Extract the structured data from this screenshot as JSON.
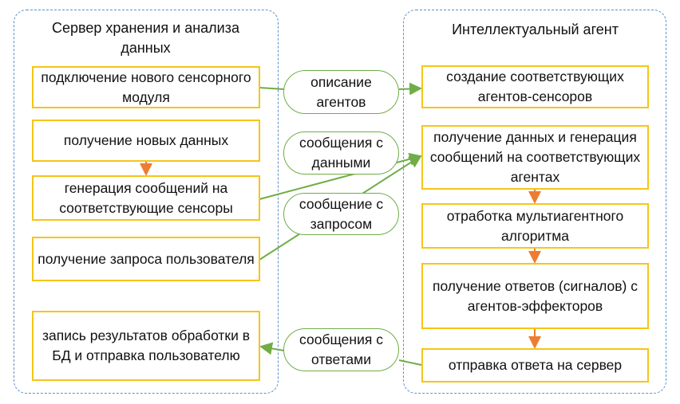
{
  "server": {
    "title": "Сервер хранения и анализа данных",
    "boxes": [
      "подключение нового сенсорного модуля",
      "получение новых данных",
      "генерация сообщений на соответствующие сенсоры",
      "получение запроса пользователя",
      "запись результатов обработки в БД и отправка пользователю"
    ]
  },
  "agent": {
    "title": "Интеллектуальный агент",
    "boxes": [
      "создание соответствующих агентов-сенсоров",
      "получение данных и генерация сообщений на соответствующих агентах",
      "отработка мультиагентного алгоритма",
      "получение ответов (сигналов) с агентов-эффекторов",
      "отправка ответа на сервер"
    ]
  },
  "messages": [
    "описание агентов",
    "сообщения с данными",
    "сообщение с запросом",
    "сообщения с ответами"
  ],
  "colors": {
    "panel": "#5b8fc7",
    "box": "#f5c518",
    "connector": "#70ad47",
    "flow_arrow": "#ed7d31"
  }
}
